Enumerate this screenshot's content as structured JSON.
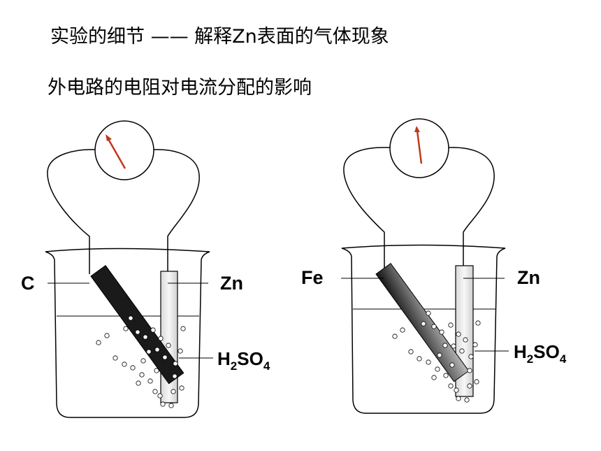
{
  "header": {
    "title": "实验的细节 —— 解释Zn表面的气体现象",
    "subtitle": "外电路的电阻对电流分配的影响"
  },
  "left_setup": {
    "electrode_label": "C",
    "zinc_label": "Zn",
    "solution_main": "H",
    "solution_sub1": "2",
    "solution_mid": "SO",
    "solution_sub2": "4",
    "electrode_color": "#1a1a1a",
    "needle_color": "#c0391b"
  },
  "right_setup": {
    "electrode_label": "Fe",
    "zinc_label": "Zn",
    "solution_main": "H",
    "solution_sub1": "2",
    "solution_mid": "SO",
    "solution_sub2": "4",
    "electrode_color": "#555555",
    "needle_color": "#c0391b"
  }
}
